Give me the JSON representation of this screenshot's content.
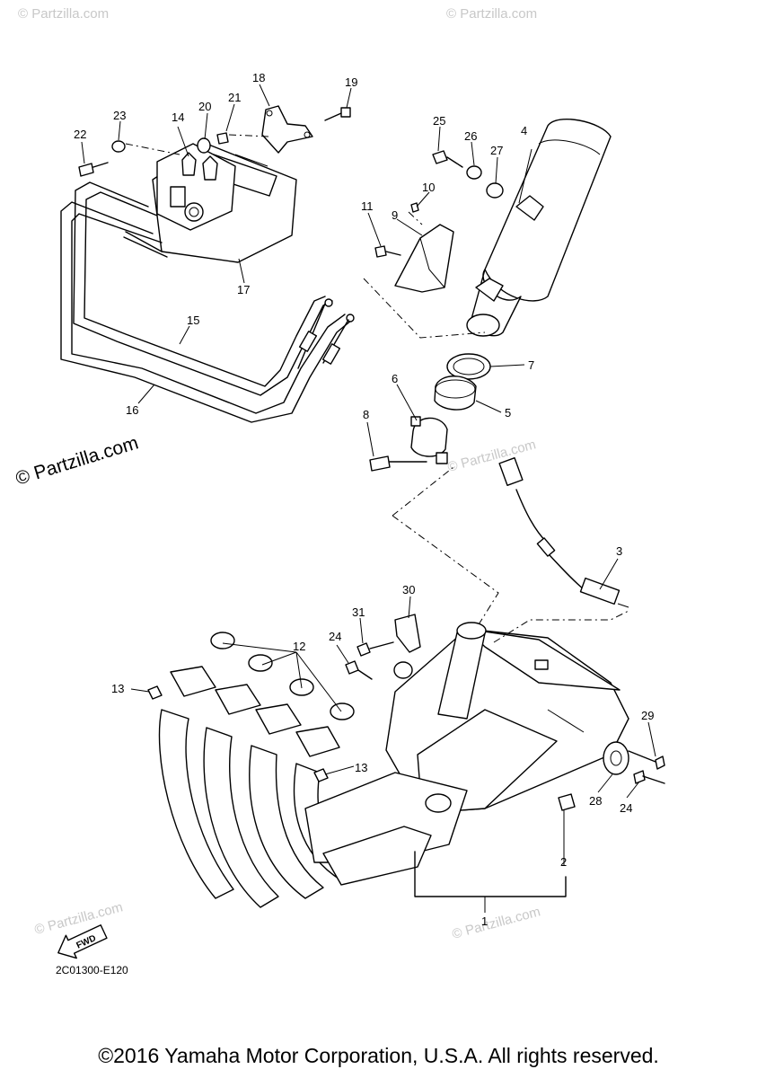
{
  "watermarks": {
    "main": "© Partzilla.com",
    "faint": "© Partzilla.com"
  },
  "callouts": [
    "1",
    "2",
    "3",
    "4",
    "5",
    "6",
    "7",
    "8",
    "9",
    "10",
    "11",
    "12",
    "13",
    "13",
    "14",
    "15",
    "16",
    "17",
    "18",
    "19",
    "20",
    "21",
    "22",
    "23",
    "24",
    "24",
    "25",
    "26",
    "27",
    "28",
    "29",
    "30",
    "31"
  ],
  "fwd_label": "FWD",
  "diagram_code": "2C01300-E120",
  "copyright": "©2016 Yamaha Motor Corporation, U.S.A. All rights reserved.",
  "colors": {
    "line": "#000000",
    "watermark": "#c8c8c8",
    "background": "#ffffff"
  }
}
